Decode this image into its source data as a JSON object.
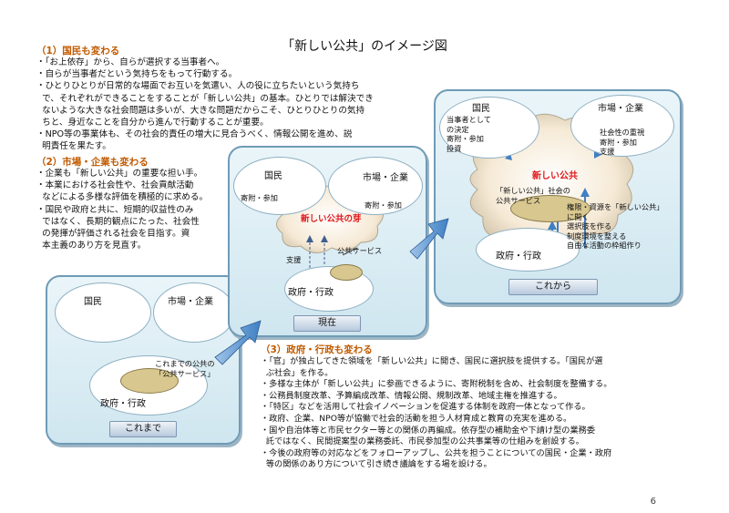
{
  "title": "「新しい公共」のイメージ図",
  "section1": {
    "heading": "（1）国民も変わる",
    "lines": [
      "・「お上依存」から、自らが選択する当事者へ。",
      "・自らが当事者だという気持ちをもって行動する。",
      "・ひとりひとりが日常的な場面でお互いを気遣い、人の役に立ちたいという気持ち",
      "  で、それぞれができることをすることが「新しい公共」の基本。ひとりでは解決でき",
      "  ないような大きな社会問題は多いが、大きな問題だからこそ、ひとりひとりの気持",
      "  ちと、身近なことを自分から進んで行動することが重要。",
      "・NPO等の事業体も、その社会的責任の増大に見合うべく、情報公開を進め、説",
      "  明責任を果たす。"
    ]
  },
  "section2": {
    "heading": "（2）市場・企業も変わる",
    "lines": [
      "・企業も「新しい公共」の重要な担い手。",
      "・本業における社会性や、社会貢献活動",
      "  などによる多様な評価を積極的に求める。",
      "・国民や政府と共に、短期的収益性のみ",
      "  ではなく、長期的観点にたった、社会性",
      "  の発揮が評価される社会を目指す。資",
      "  本主義のあり方を見直す。"
    ]
  },
  "section3": {
    "heading": "（3）政府・行政も変わる",
    "lines": [
      "・「官」が独占してきた領域を「新しい公共」に開き、国民に選択肢を提供する。「国民が選",
      "  ぶ社会」を作る。",
      "・多様な主体が「新しい公共」に参画できるように、寄附税制を含め、社会制度を整備する。",
      "・公務員制度改革、予算編成改革、情報公開、規制改革、地域主権を推進する。",
      "・「特区」などを活用して社会イノベーションを促進する体制を政府一体となって作る。",
      "・政府、企業、NPO等が協働で社会的活動を担う人材育成と教育の充実を進める。",
      "・国や自治体等と市民セクター等との関係の再編成。依存型の補助金や下請け型の業務委",
      "  託ではなく、民間提案型の業務委託、市民参加型の公共事業等の仕組みを創設する。",
      "・今後の政府等の対応などをフォローアップし、公共を担うことについての国民・企業・政府",
      "  等の関係のあり方について引き続き議論をする場を設ける。"
    ]
  },
  "panel_before": {
    "citizens": "国民",
    "market": "市場・企業",
    "government": "政府・行政",
    "old_public": "これまでの公共の\n「公共サービス」",
    "button": "これまで"
  },
  "panel_now": {
    "citizens": "国民",
    "market": "市場・企業",
    "government": "政府・行政",
    "new_public": "新しい公共の芽",
    "donation_left": "寄附・参加",
    "donation_right": "寄附・参加",
    "support": "支援",
    "public_service": "公共サービス",
    "button": "現在"
  },
  "panel_future": {
    "citizens": "国民",
    "market": "市場・企業",
    "government": "政府・行政",
    "new_public": "新しい公共",
    "citizen_role": "当事者として\nの決定\n寄附・参加\n投資",
    "market_role": "社会性の重視\n寄附・参加\n支援",
    "new_public_service": "「新しい公共」社会の\n公共サービス",
    "gov_role": "権限・資源を「新しい公共」\nに開く\n選択肢を作る\n制度環境を整える\n自由な活動の枠組作り",
    "button": "これから"
  },
  "page_number": "6",
  "colors": {
    "heading": "#c05a00",
    "new_public_red": "#e0171b",
    "panel_border": "#6f9bb6",
    "arrow_blue": "#3f7fc4"
  }
}
